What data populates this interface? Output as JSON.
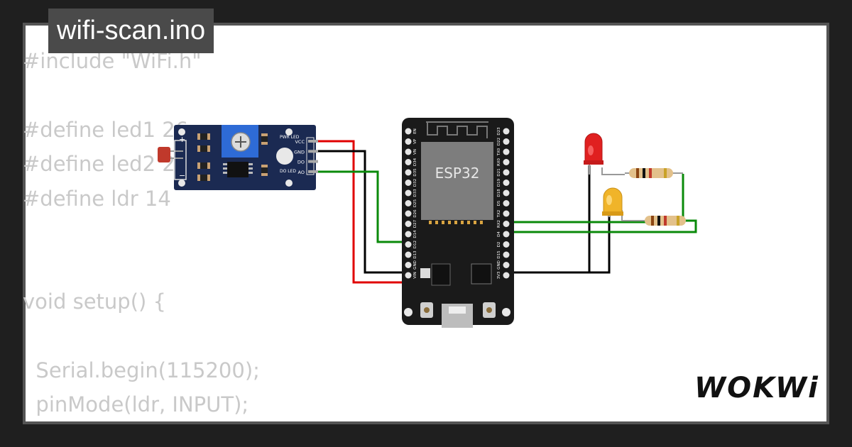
{
  "title": "wifi-scan.ino",
  "code_lines": [
    "#include \"WiFi.h\"",
    "",
    "#define led1 26",
    "#define led2 27",
    "#define ldr 14",
    "",
    "",
    "void setup() {",
    "",
    "  Serial.begin(115200);",
    "  pinMode(ldr, INPUT);"
  ],
  "sensor": {
    "plus_label": "+",
    "minus_label": "−",
    "pwr_led_label": "PWR LED",
    "do_led_label": "DO LED",
    "pins": [
      "VCC",
      "GND",
      "DO",
      "AO"
    ]
  },
  "esp32": {
    "chip_label": "ESP32",
    "left_pins": [
      "EN",
      "VP",
      "VN",
      "D34",
      "D35",
      "D32",
      "D33",
      "D25",
      "D26",
      "D27",
      "D14",
      "D12",
      "D13",
      "GND",
      "VIN"
    ],
    "right_pins": [
      "D23",
      "D22",
      "TX0",
      "RX0",
      "D21",
      "D19",
      "D18",
      "D5",
      "TX2",
      "RX2",
      "D4",
      "D2",
      "D15",
      "GND",
      "3V3"
    ]
  },
  "leds": [
    {
      "color": "red",
      "hex": "#e02020"
    },
    {
      "color": "yellow",
      "hex": "#f0b429"
    }
  ],
  "colors": {
    "wire_red": "#e00000",
    "wire_black": "#000000",
    "wire_green": "#0a8a0a",
    "board_blue": "#1b2a52",
    "board_black": "#1a1a1a"
  },
  "brand": "WOKWi"
}
